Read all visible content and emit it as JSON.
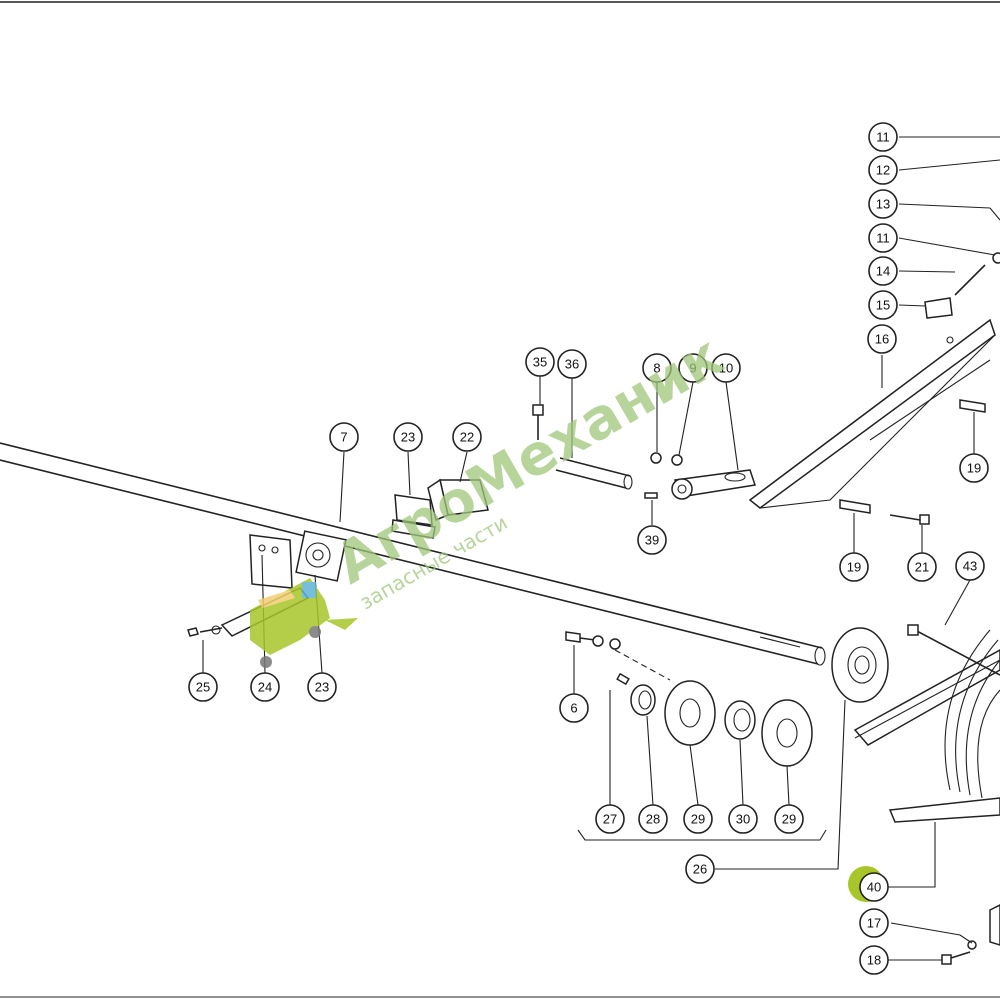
{
  "diagram": {
    "callouts": [
      {
        "id": "c11a",
        "label": "11"
      },
      {
        "id": "c12",
        "label": "12"
      },
      {
        "id": "c13",
        "label": "13"
      },
      {
        "id": "c11b",
        "label": "11"
      },
      {
        "id": "c14",
        "label": "14"
      },
      {
        "id": "c15",
        "label": "15"
      },
      {
        "id": "c16",
        "label": "16"
      },
      {
        "id": "c19a",
        "label": "19"
      },
      {
        "id": "c19b",
        "label": "19"
      },
      {
        "id": "c21",
        "label": "21"
      },
      {
        "id": "c43",
        "label": "43"
      },
      {
        "id": "c35",
        "label": "35"
      },
      {
        "id": "c36",
        "label": "36"
      },
      {
        "id": "c8",
        "label": "8"
      },
      {
        "id": "c9",
        "label": "9"
      },
      {
        "id": "c10",
        "label": "10"
      },
      {
        "id": "c39",
        "label": "39"
      },
      {
        "id": "c7",
        "label": "7"
      },
      {
        "id": "c23a",
        "label": "23"
      },
      {
        "id": "c22",
        "label": "22"
      },
      {
        "id": "c25",
        "label": "25"
      },
      {
        "id": "c24",
        "label": "24"
      },
      {
        "id": "c23b",
        "label": "23"
      },
      {
        "id": "c6",
        "label": "6"
      },
      {
        "id": "c27",
        "label": "27"
      },
      {
        "id": "c28",
        "label": "28"
      },
      {
        "id": "c29a",
        "label": "29"
      },
      {
        "id": "c30",
        "label": "30"
      },
      {
        "id": "c29b",
        "label": "29"
      },
      {
        "id": "c26",
        "label": "26"
      },
      {
        "id": "c40",
        "label": "40"
      },
      {
        "id": "c17",
        "label": "17"
      },
      {
        "id": "c18",
        "label": "18"
      }
    ],
    "highlight_color": "#a8c62a"
  },
  "watermark": {
    "brand": "АгроМеханик",
    "tagline": "запасные части"
  }
}
